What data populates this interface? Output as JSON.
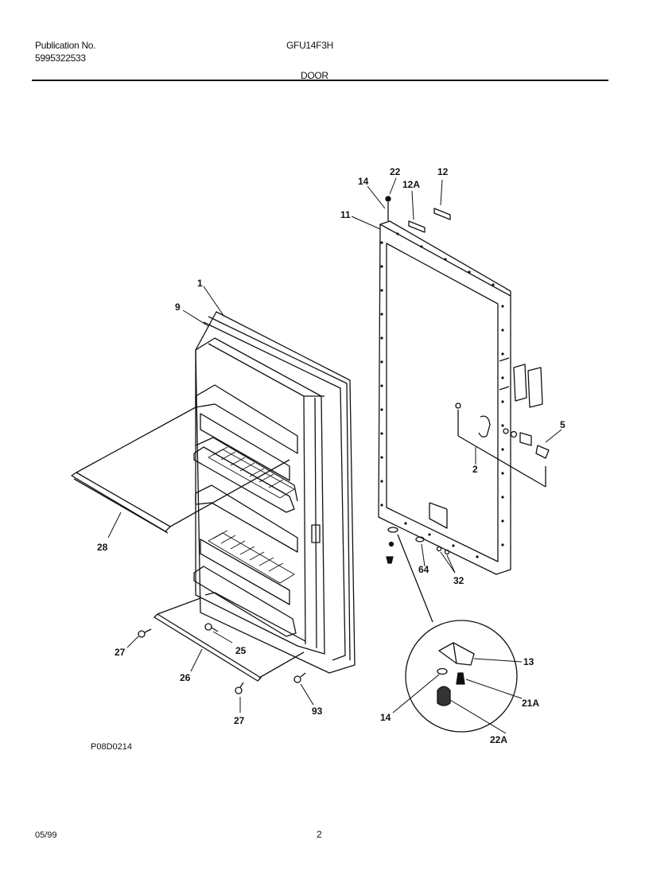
{
  "header": {
    "publication_label": "Publication No.",
    "publication_number": "5995322533",
    "model": "GFU14F3H",
    "section": "DOOR"
  },
  "footer": {
    "diagram_id": "P08D0214",
    "date": "05/99",
    "page_number": "2"
  },
  "callouts": {
    "c1": "1",
    "c9": "9",
    "c28": "28",
    "c27a": "27",
    "c25": "25",
    "c26": "26",
    "c27b": "27",
    "c93": "93",
    "c14a": "14",
    "c22": "22",
    "c12a": "12A",
    "c12": "12",
    "c11": "11",
    "c5": "5",
    "c2": "2",
    "c64": "64",
    "c32": "32",
    "c13": "13",
    "c14b": "14",
    "c21a": "21A",
    "c22a": "22A"
  }
}
